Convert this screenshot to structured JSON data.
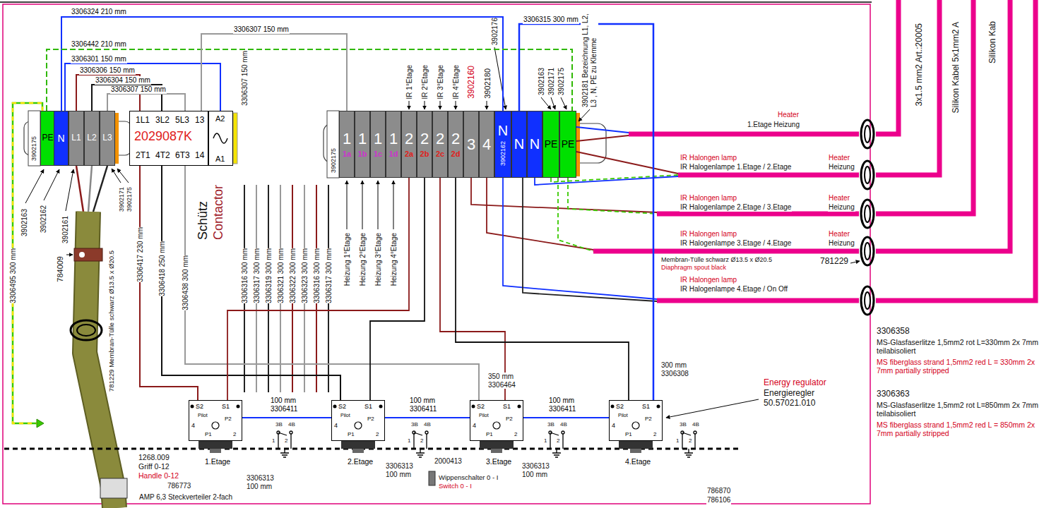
{
  "diagram": {
    "nodes": [
      {
        "text": [
          "PE"
        ]
      },
      {
        "text": [
          "N"
        ]
      },
      {
        "text": [
          "L1"
        ]
      },
      {
        "text": [
          "L2"
        ]
      },
      {
        "text": [
          "L3"
        ]
      },
      {
        "text": [
          "1L1",
          "3L2",
          "5L3",
          "13",
          "2029087K",
          "2T1",
          "4T2",
          "6T3",
          "14"
        ]
      },
      {
        "text": [
          "A2",
          "A1"
        ]
      },
      {
        "text": [
          "1",
          "1a"
        ]
      },
      {
        "text": [
          "1",
          "1b"
        ]
      },
      {
        "text": [
          "1",
          "1c"
        ]
      },
      {
        "text": [
          "1",
          "1d"
        ]
      },
      {
        "text": [
          "2",
          "2a"
        ]
      },
      {
        "text": [
          "2",
          "2b"
        ]
      },
      {
        "text": [
          "2",
          "2c"
        ]
      },
      {
        "text": [
          "2",
          "2d"
        ]
      },
      {
        "text": [
          "3"
        ]
      },
      {
        "text": [
          "4"
        ]
      },
      {
        "text": [
          "N",
          "3902162"
        ]
      },
      {
        "text": [
          "N"
        ]
      },
      {
        "text": [
          "N"
        ]
      },
      {
        "text": [
          "PE"
        ]
      },
      {
        "text": [
          "PE"
        ]
      },
      {
        "text": [
          "S2",
          "S1",
          "Pilot",
          "4",
          "P2",
          "P1",
          "2",
          "1.Etage"
        ]
      },
      {
        "text": [
          "S2",
          "S1",
          "Pilot",
          "4",
          "P2",
          "P1",
          "2",
          "2.Etage"
        ]
      },
      {
        "text": [
          "S2",
          "S1",
          "Pilot",
          "4",
          "P2",
          "P1",
          "2",
          "3.Etage"
        ]
      },
      {
        "text": [
          "S2",
          "S1",
          "Pilot",
          "4",
          "P2",
          "P1",
          "2",
          "4.Etage"
        ]
      }
    ],
    "edges": [
      {
        "from": 1,
        "to": 17,
        "arrow": "none",
        "label": "3306324 210 mm"
      },
      {
        "from": 0,
        "to": 21,
        "arrow": "none",
        "label": "3306442 210 mm"
      },
      {
        "from": 1,
        "to": 6,
        "arrow": "none",
        "label": "3306301 150 mm"
      },
      {
        "from": 2,
        "to": 5,
        "arrow": "none",
        "label": "3306306 150 mm"
      },
      {
        "from": 3,
        "to": 5,
        "arrow": "none",
        "label": "3306304 150 mm"
      },
      {
        "from": 4,
        "to": 5,
        "arrow": "none",
        "label": "3306307 150 mm"
      },
      {
        "from": 5,
        "to": 7,
        "arrow": "none",
        "label": "3306307 150 mm"
      },
      {
        "from": 18,
        "to": 25,
        "arrow": "none",
        "label": "3306315 300 mm"
      },
      {
        "from": 22,
        "to": 23,
        "arrow": "none",
        "label": "100 mm 3306411"
      },
      {
        "from": 23,
        "to": 24,
        "arrow": "none",
        "label": "100 mm 3306411"
      },
      {
        "from": 24,
        "to": 25,
        "arrow": "none",
        "label": "100 mm 3306411"
      },
      {
        "from": 5,
        "to": 22,
        "arrow": "none"
      },
      {
        "from": 5,
        "to": 23,
        "arrow": "none"
      },
      {
        "from": 5,
        "to": 24,
        "arrow": "none"
      },
      {
        "from": 22,
        "to": 11,
        "arrow": "none"
      },
      {
        "from": 23,
        "to": 12,
        "arrow": "none"
      },
      {
        "from": 24,
        "to": 13,
        "arrow": "none"
      },
      {
        "from": 25,
        "to": 14,
        "arrow": "none"
      }
    ],
    "labels": [
      "3902175",
      "3902171",
      "3902175",
      "3902163",
      "3902162",
      "3902161",
      "3306495 300 mm",
      "784009",
      "781229 Membran-Tülle schwarz Ø13.5 x Ø20.5",
      "3306417 230 mm",
      "3306418 250 mm",
      "3306438 300 mm",
      "Schütz",
      "Contactor",
      "3306307 150 mm",
      "3902175",
      "3902176",
      "IR 1°Etage",
      "IR 2°Etage",
      "IR 3°Etage",
      "IR 4°Etage",
      "3902160",
      "3902180",
      "3902163",
      "3902171",
      "3902175",
      "3902181 Bezeichnung L1, L2, L3 , N, PE zu Klemme",
      "Heizung 1°Etage",
      "Heizung 2°Etage",
      "Heizung 3°Etage",
      "Heizung 4°Etage",
      "3306316 300 mm",
      "3306317 300 mm",
      "3306319 300 mm",
      "3306321 300 mm",
      "3306322 300 mm",
      "3306323 300 mm",
      "3306316 300 mm",
      "3306317 300 mm",
      "Heater",
      "1.Etage Heizung",
      "IR Halongen lamp",
      "IR Halogenlampe 1.Etage / 2.Etage",
      "Heater",
      "Heizung",
      "IR Halongen lamp",
      "IR Halogenlampe 2.Etage / 3.Etage",
      "Heater",
      "Heizung",
      "IR Halongen lamp",
      "IR Halogenlampe 3.Etage / 4.Etage",
      "Heater",
      "Heizung",
      "Membran-Tülle schwarz Ø13.5 x Ø20.5",
      "Diaphragm spout black",
      "781229",
      "IR Halongen lamp",
      "IR Halogenlampe 4.Etage / On Off",
      "3x1.5 mm2 Art.:20005",
      "Silikon Kabel 5x1mm2 A",
      "Silikon Kab",
      "3306358",
      "MS-Glasfaserlitze 1,5mm2 rot L=330mm 2x 7mm teilabisoliert",
      "MS fiberglass strand 1,5mm2 red L = 330mm 2x 7mm partially stripped",
      "3306363",
      "MS-Glasfaserlitze 1,5mm2 rot L=850mm 2x 7mm teilabisoliert",
      "MS fiberglass strand 1,5mm2 red L = 850mm 2x 7mm partially stripped",
      "350 mm 3306464",
      "300 mm 3306308",
      "Energy regulator",
      "Energieregler 50.57021.010",
      "1268.009",
      "Griff 0-12",
      "Handle 0-12",
      "786773",
      "AMP 6,3 Steckverteiler 2-fach",
      "3306313 100 mm",
      "3306313 100 mm",
      "3306313 100 mm",
      "2000413",
      "Wippenschalter 0 - I",
      "Switch 0 - I",
      "786870",
      "786106",
      "3B",
      "4B",
      "1",
      "2",
      "3B",
      "4B",
      "1",
      "2",
      "3B",
      "4B",
      "1",
      "2",
      "3B",
      "4B",
      "1",
      "2"
    ]
  }
}
